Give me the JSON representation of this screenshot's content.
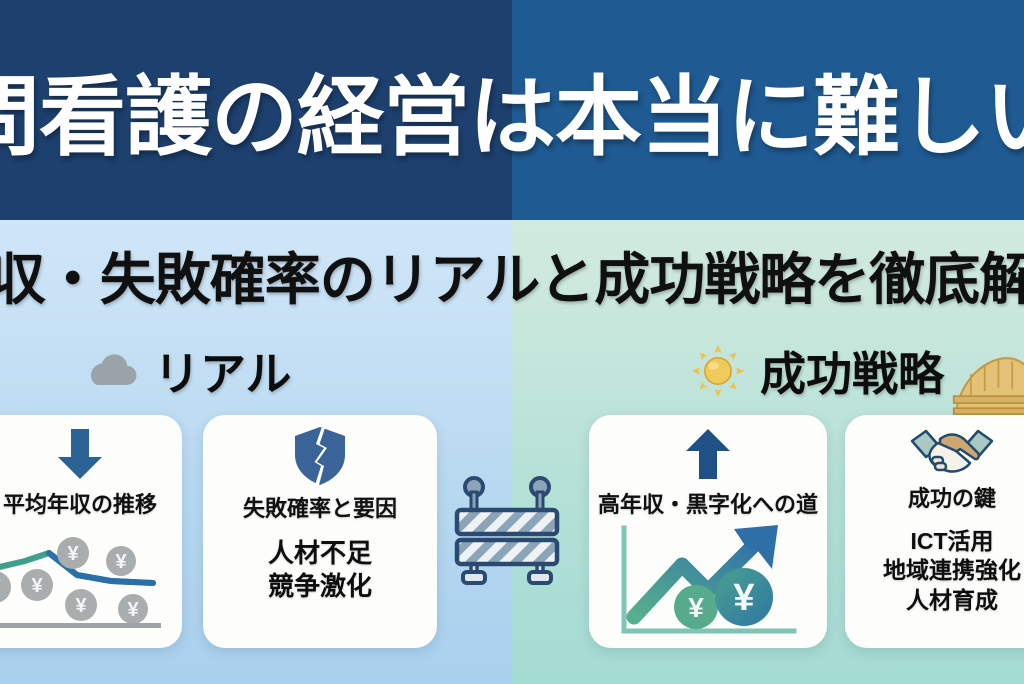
{
  "header": {
    "title": "訪問看護の経営は本当に難しい？",
    "title_color": "#ffffff",
    "left_bg": "#1d406f",
    "right_bg": "#1f5a92"
  },
  "subtitle": {
    "text": "年収・失敗確率のリアルと成功戦略を徹底解説",
    "color": "#101010"
  },
  "sections": {
    "left": {
      "label": "リアル",
      "icon": "cloud-icon",
      "accent": "#9aa3a8"
    },
    "right": {
      "label": "成功戦略",
      "icon": "sun-icon",
      "accent": "#e8b93c",
      "extra_icon": "bridge-icon"
    }
  },
  "cards": [
    {
      "id": "average-income-trend",
      "icon": "down-arrow-icon",
      "title": "平均年収の推移",
      "lines": [],
      "chart": "declining-line-chart-with-yen-coins",
      "accent": "#2c6296"
    },
    {
      "id": "failure-rate-causes",
      "icon": "broken-shield-icon",
      "title": "失敗確率と要因",
      "lines": [
        "人材不足",
        "競争激化"
      ],
      "chart": null,
      "accent": "#2f5f93"
    },
    {
      "id": "path-to-high-income",
      "icon": "up-arrow-icon",
      "title": "高年収・黒字化への道",
      "lines": [],
      "chart": "rising-arrow-chart-with-yen-coins",
      "accent": "#1f5186"
    },
    {
      "id": "keys-to-success",
      "icon": "handshake-icon",
      "title": "成功の鍵",
      "lines": [
        "ICT活用",
        "地域連携強化",
        "人材育成"
      ],
      "chart": null,
      "accent": "#c4a06a"
    }
  ],
  "divider": {
    "icon": "barrier-icon",
    "label": "construction-barrier"
  }
}
